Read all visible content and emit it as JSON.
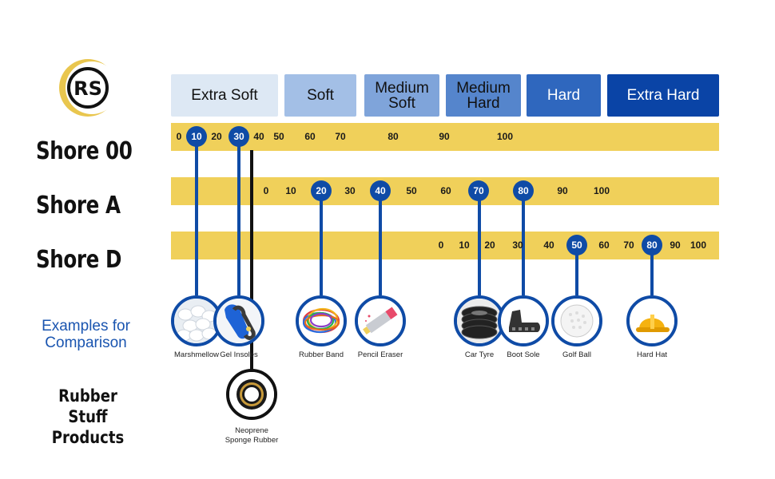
{
  "logo": {
    "text": "RS"
  },
  "categories": [
    {
      "label_lines": [
        "Extra Soft"
      ],
      "bg": "#dde8f4",
      "fg": "#111111"
    },
    {
      "label_lines": [
        "Soft"
      ],
      "bg": "#a3bfe6",
      "fg": "#111111"
    },
    {
      "label_lines": [
        "Medium",
        "Soft"
      ],
      "bg": "#7fa4da",
      "fg": "#111111"
    },
    {
      "label_lines": [
        "Medium",
        "Hard"
      ],
      "bg": "#5585cc",
      "fg": "#111111"
    },
    {
      "label_lines": [
        "Hard"
      ],
      "bg": "#2f67be",
      "fg": "#ffffff"
    },
    {
      "label_lines": [
        "Extra Hard"
      ],
      "bg": "#0a44a6",
      "fg": "#ffffff"
    }
  ],
  "scales": [
    {
      "name": "Shore 00",
      "ticks": [
        "0",
        "10",
        "20",
        "30",
        "40",
        "50",
        "60",
        "70",
        "80",
        "90",
        "100"
      ],
      "highlighted": [
        "10",
        "30"
      ]
    },
    {
      "name": "Shore A",
      "ticks": [
        "0",
        "10",
        "20",
        "30",
        "40",
        "50",
        "60",
        "70",
        "80",
        "90",
        "100"
      ],
      "highlighted": [
        "20",
        "40",
        "70",
        "80"
      ]
    },
    {
      "name": "Shore D",
      "ticks": [
        "0",
        "10",
        "20",
        "30",
        "40",
        "50",
        "60",
        "70",
        "80",
        "90",
        "100"
      ],
      "highlighted": [
        "50",
        "80"
      ]
    }
  ],
  "examples_title": [
    "Examples for",
    "Comparison"
  ],
  "examples": [
    {
      "label": "Marshmellow",
      "icon": "marshmallow-icon"
    },
    {
      "label": "Gel Insoles",
      "icon": "insole-icon"
    },
    {
      "label": "Rubber Band",
      "icon": "rubber-band-icon"
    },
    {
      "label": "Pencil Eraser",
      "icon": "eraser-icon"
    },
    {
      "label": "Car Tyre",
      "icon": "tyre-icon"
    },
    {
      "label": "Boot Sole",
      "icon": "boot-sole-icon"
    },
    {
      "label": "Golf Ball",
      "icon": "golf-ball-icon"
    },
    {
      "label": "Hard Hat",
      "icon": "hard-hat-icon"
    }
  ],
  "products_title": [
    "Rubber Stuff",
    "Products"
  ],
  "products": [
    {
      "label_lines": [
        "Neoprene",
        "Sponge Rubber"
      ],
      "icon": "neoprene-roll-icon"
    }
  ],
  "colors": {
    "band": "#f0d05a",
    "accent": "#0f4ba6",
    "logo_ring": "#e9c64e"
  }
}
